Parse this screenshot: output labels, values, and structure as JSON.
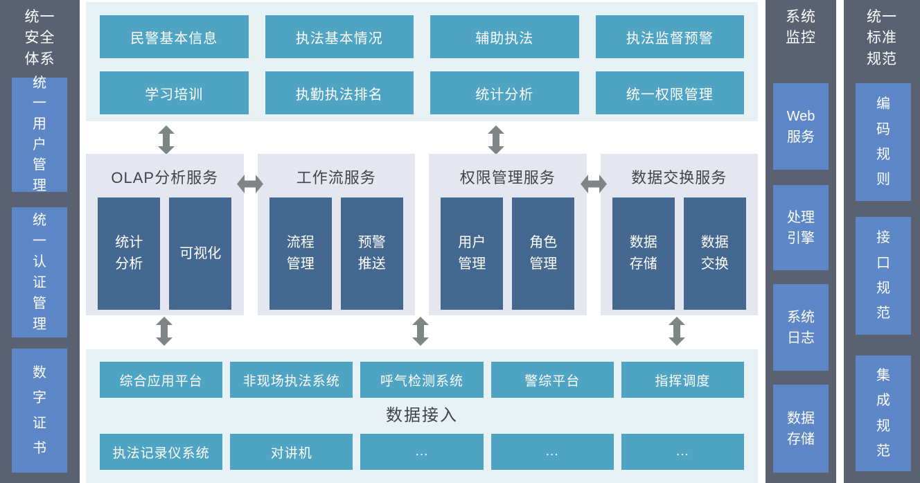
{
  "colors": {
    "slate": "#5a6271",
    "blue": "#5d87c7",
    "teal": "#4fa4c3",
    "navy": "#44688f",
    "band_bg": "#e8f2f5",
    "panel_bg": "#e4e7ef",
    "arrow": "#7f8486",
    "dark_text": "#3f434a",
    "white": "#ffffff"
  },
  "left_sidebar": {
    "title": "统一安全体系",
    "title_lines": [
      "统一",
      "安全",
      "体系"
    ],
    "items": [
      {
        "label": "统一用户管理",
        "lines": [
          "统",
          "一",
          "用",
          "户",
          "管",
          "理"
        ]
      },
      {
        "label": "统一认证管理",
        "lines": [
          "统",
          "一",
          "认",
          "证",
          "管",
          "理"
        ]
      },
      {
        "label": "数字证书",
        "lines": [
          "数",
          "字",
          "证",
          "书"
        ]
      }
    ]
  },
  "top_section": {
    "row1": [
      "民警基本信息",
      "执法基本情况",
      "辅助执法",
      "执法监督预警"
    ],
    "row2": [
      "学习培训",
      "执勤执法排名",
      "统计分析",
      "统一权限管理"
    ]
  },
  "middle_section": {
    "panels": [
      {
        "title": "OLAP分析服务",
        "boxes": [
          {
            "label": "统计分析",
            "lines": [
              "统计",
              "分析"
            ]
          },
          {
            "label": "可视化",
            "lines": [
              "可视化"
            ]
          }
        ]
      },
      {
        "title": "工作流服务",
        "boxes": [
          {
            "label": "流程管理",
            "lines": [
              "流程",
              "管理"
            ]
          },
          {
            "label": "预警推送",
            "lines": [
              "预警",
              "推送"
            ]
          }
        ]
      },
      {
        "title": "权限管理服务",
        "boxes": [
          {
            "label": "用户管理",
            "lines": [
              "用户",
              "管理"
            ]
          },
          {
            "label": "角色管理",
            "lines": [
              "角色",
              "管理"
            ]
          }
        ]
      },
      {
        "title": "数据交换服务",
        "boxes": [
          {
            "label": "数据存储",
            "lines": [
              "数据",
              "存储"
            ]
          },
          {
            "label": "数据交换",
            "lines": [
              "数据",
              "交换"
            ]
          }
        ]
      }
    ]
  },
  "bottom_section": {
    "row1": [
      "综合应用平台",
      "非现场执法系统",
      "呼气检测系统",
      "警综平台",
      "指挥调度"
    ],
    "label": "数据接入",
    "row2": [
      "执法记录仪系统",
      "对讲机",
      "...",
      "...",
      "..."
    ]
  },
  "monitor_sidebar": {
    "title": "系统监控",
    "title_lines": [
      "系统",
      "监控"
    ],
    "items": [
      {
        "label": "Web服务",
        "lines": [
          "Web",
          "服务"
        ]
      },
      {
        "label": "处理引擎",
        "lines": [
          "处理",
          "引擎"
        ]
      },
      {
        "label": "系统日志",
        "lines": [
          "系统",
          "日志"
        ]
      },
      {
        "label": "数据存储",
        "lines": [
          "数据",
          "存储"
        ]
      }
    ]
  },
  "standards_sidebar": {
    "title": "统一标准规范",
    "title_lines": [
      "统一",
      "标准",
      "规范"
    ],
    "items": [
      {
        "label": "编码规则",
        "lines": [
          "编",
          "码",
          "规",
          "则"
        ]
      },
      {
        "label": "接口规范",
        "lines": [
          "接",
          "口",
          "规",
          "范"
        ]
      },
      {
        "label": "集成规范",
        "lines": [
          "集",
          "成",
          "规",
          "范"
        ]
      }
    ]
  }
}
